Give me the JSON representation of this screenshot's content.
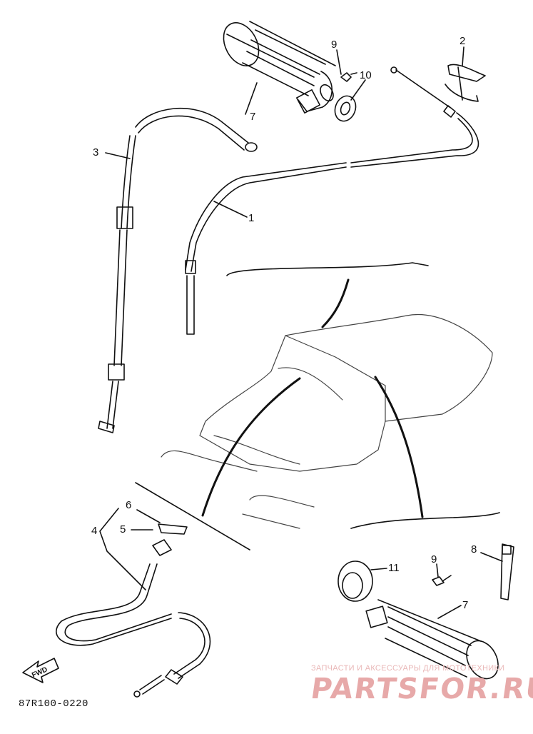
{
  "diagram": {
    "code": "87R100-0220",
    "fwd_label": "FWD",
    "callouts": [
      {
        "id": "c1",
        "label": "1"
      },
      {
        "id": "c2",
        "label": "2"
      },
      {
        "id": "c3",
        "label": "3"
      },
      {
        "id": "c4",
        "label": "4"
      },
      {
        "id": "c5",
        "label": "5"
      },
      {
        "id": "c6",
        "label": "6"
      },
      {
        "id": "c7a",
        "label": "7"
      },
      {
        "id": "c7b",
        "label": "7"
      },
      {
        "id": "c8",
        "label": "8"
      },
      {
        "id": "c9a",
        "label": "9"
      },
      {
        "id": "c9b",
        "label": "9"
      },
      {
        "id": "c10",
        "label": "10"
      },
      {
        "id": "c11",
        "label": "11"
      }
    ]
  },
  "watermark": {
    "line1": "ЗАПЧАСТИ И АКСЕССУАРЫ ДЛЯ МОТОТЕХНИКИ",
    "line2": "PARTSFOR.RU"
  }
}
